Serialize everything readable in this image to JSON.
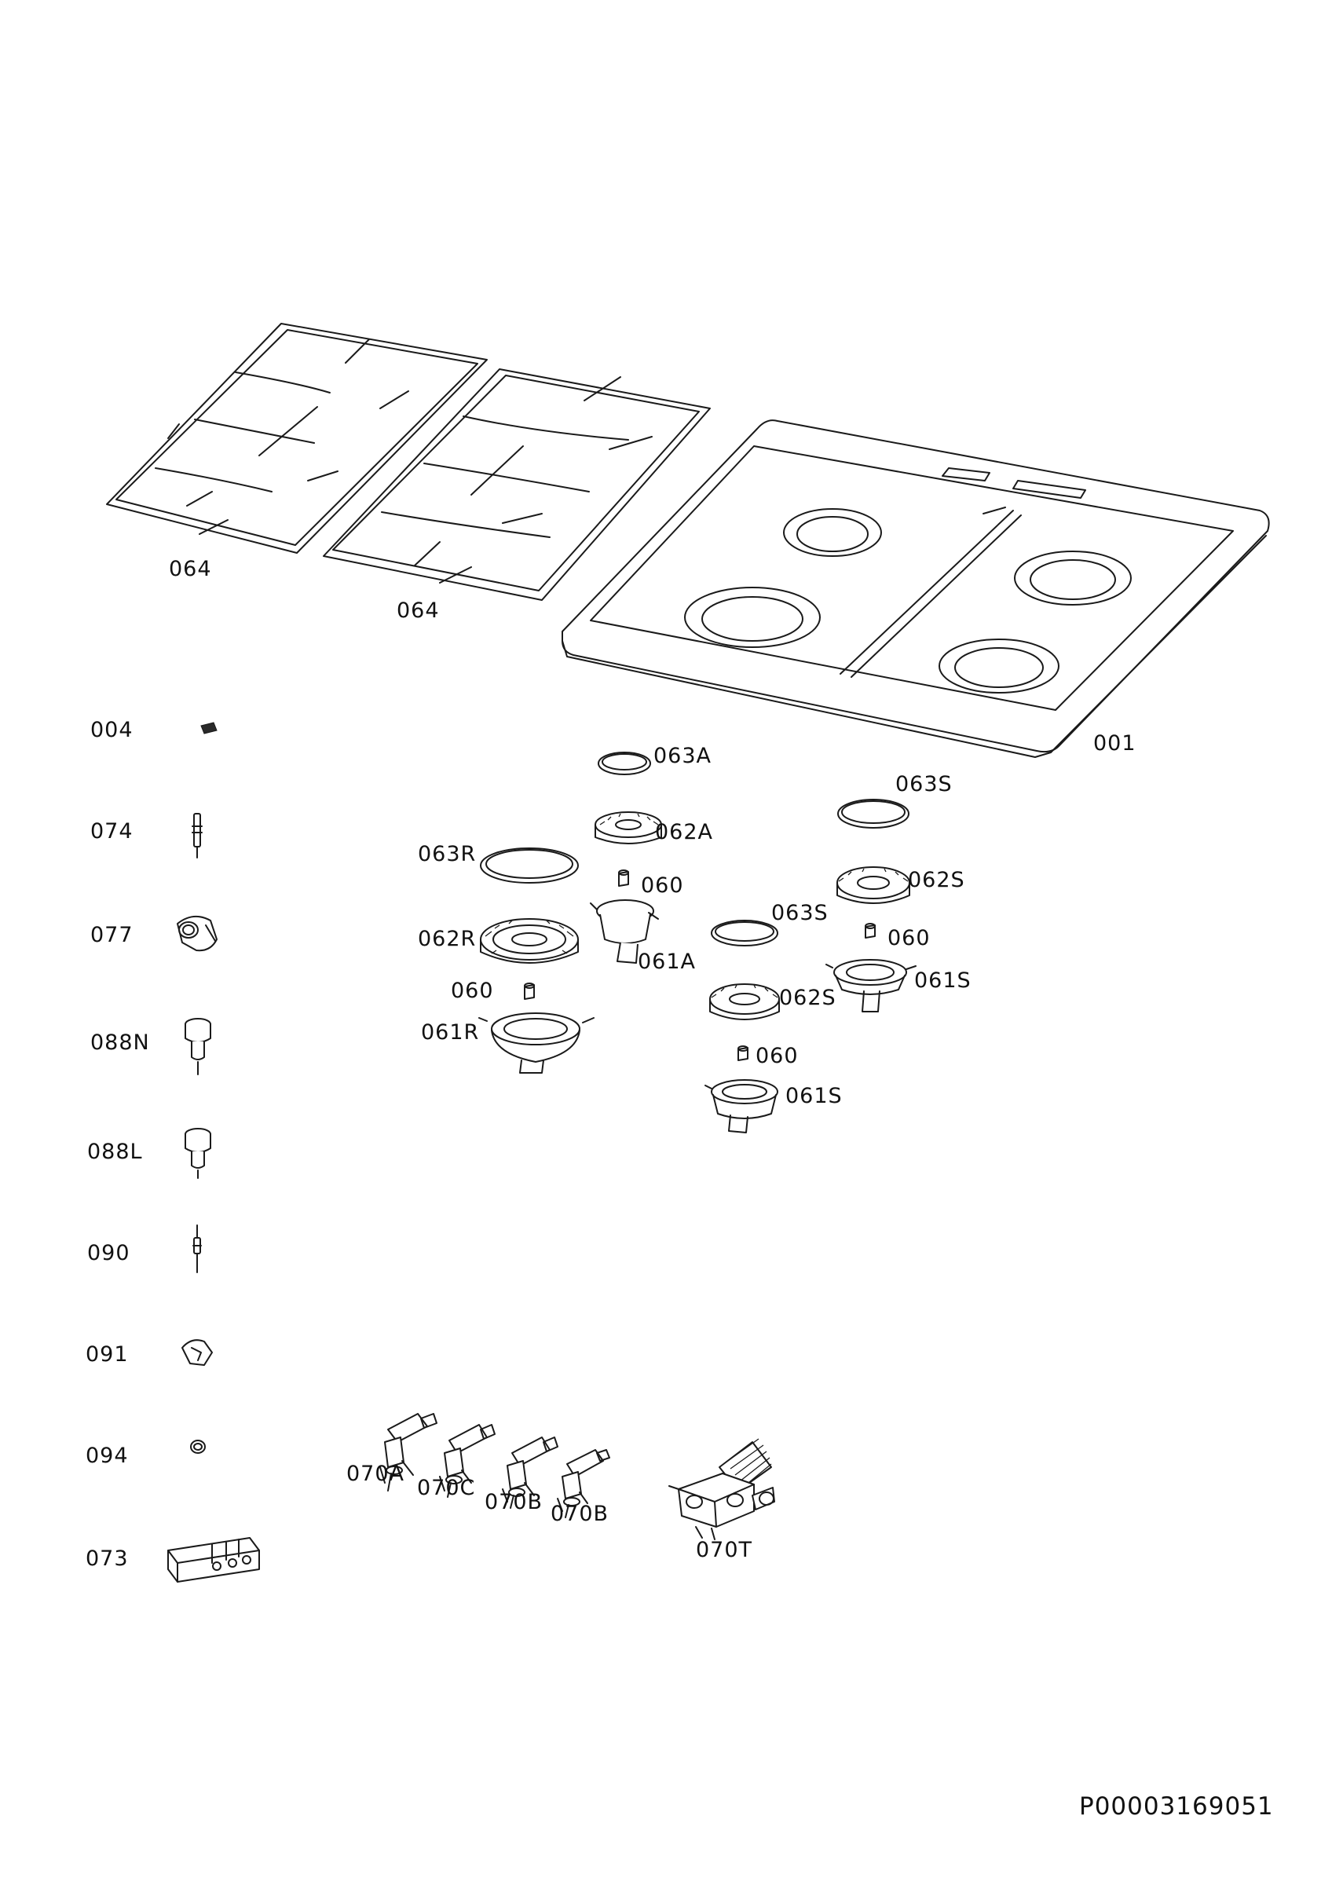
{
  "diagram": {
    "document_id": "P00003169051",
    "parts": {
      "grate_left": "064",
      "grate_right": "064",
      "hob_top": "001",
      "p004": "004",
      "p074": "074",
      "p077": "077",
      "p088n": "088N",
      "p088l": "088L",
      "p090": "090",
      "p091": "091",
      "p094": "094",
      "p073": "073",
      "cap_063a": "063A",
      "head_062a": "062A",
      "injector_060_a": "060",
      "body_061a": "061A",
      "cap_063r": "063R",
      "head_062r": "062R",
      "injector_060_r": "060",
      "body_061r": "061R",
      "cap_063s_1": "063S",
      "head_062s_1": "062S",
      "injector_060_s1": "060",
      "body_061s_1": "061S",
      "cap_063s_2": "063S",
      "head_062s_2": "062S",
      "injector_060_s2": "060",
      "body_061s_2": "061S",
      "tap_070a": "070A",
      "tap_070c": "070C",
      "tap_070b_1": "070B",
      "tap_070b_2": "070B",
      "thermostat_070t": "070T"
    }
  }
}
